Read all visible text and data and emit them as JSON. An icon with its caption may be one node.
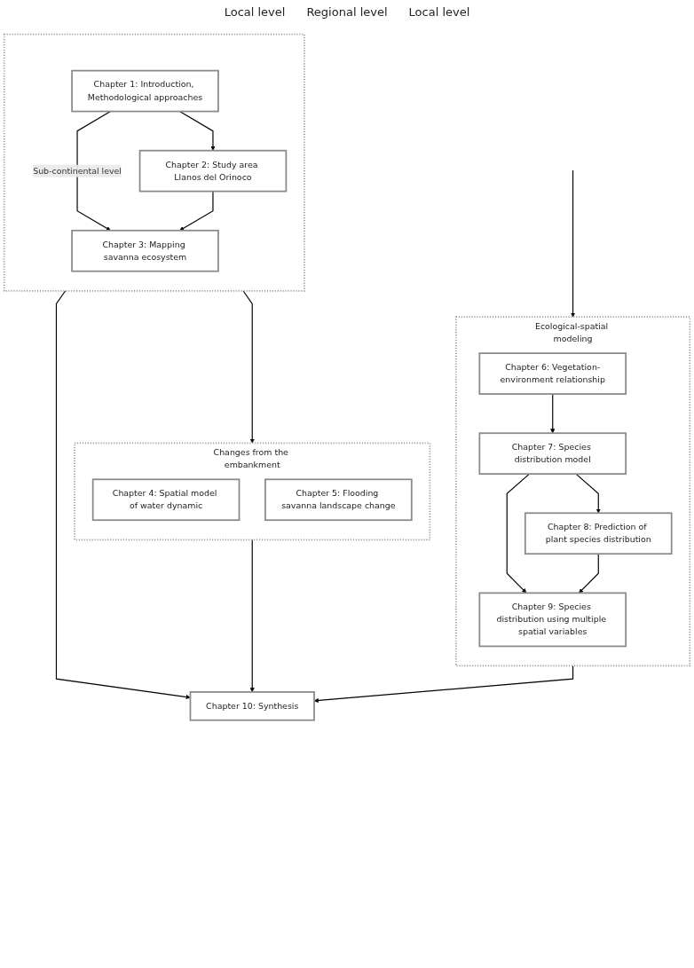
{
  "diagram": {
    "nodes": [
      {
        "text": [],
        "shape": "box"
      },
      {
        "text": [
          "Chapter 1: Introduction, Methodological approaches"
        ],
        "in": 0
      },
      {
        "text": [
          "Chapter 2: Study area Llanos del Orinoco"
        ],
        "in": 0
      },
      {
        "text": [
          "Chapter 3: Mapping savanna ecosystem"
        ],
        "in": 0
      },
      {
        "text": [
          "Changes from the embankment"
        ]
      },
      {
        "text": [
          "Chapter 4: Spatial model of water dynamic"
        ],
        "in": 4
      },
      {
        "text": [
          "Chapter 5: Flooding savanna landscape change"
        ],
        "in": 4
      },
      {
        "text": [
          "Ecological-spatial modeling"
        ]
      },
      {
        "text": [
          "Chapter 6: Vegetation-environment relationship"
        ],
        "in": 7
      },
      {
        "text": [
          "Chapter 7: Species distribution model"
        ],
        "in": 7
      },
      {
        "text": [
          "Chapter 8: Prediction of plant species distribution"
        ],
        "in": 7
      },
      {
        "text": [
          "Chapter 9: Species distribution using multiple spatial variables"
        ],
        "in": 7
      },
      {
        "text": [
          "Chapter 10: Synthesis"
        ]
      }
    ],
    "edges": [
      {
        "from": 1,
        "to": 2,
        "arrow": "to"
      },
      {
        "from": 1,
        "to": 3,
        "arrow": "to",
        "label": "Sub-continental level"
      },
      {
        "from": 2,
        "to": 3,
        "arrow": "to"
      },
      {
        "from": 0,
        "to": 4,
        "arrow": "to"
      },
      {
        "from": 0,
        "to": 12,
        "arrow": "to"
      },
      {
        "from": 4,
        "to": 12,
        "arrow": "to"
      },
      {
        "from": null,
        "to": 7,
        "arrow": "to"
      },
      {
        "from": 8,
        "to": 9,
        "arrow": "to"
      },
      {
        "from": 9,
        "to": 10,
        "arrow": "to"
      },
      {
        "from": 9,
        "to": 11,
        "arrow": "to"
      },
      {
        "from": 10,
        "to": 11,
        "arrow": "to"
      },
      {
        "from": 7,
        "to": 12,
        "arrow": "to"
      }
    ],
    "labels": [
      "Local level",
      "Regional level",
      "Local level"
    ]
  }
}
